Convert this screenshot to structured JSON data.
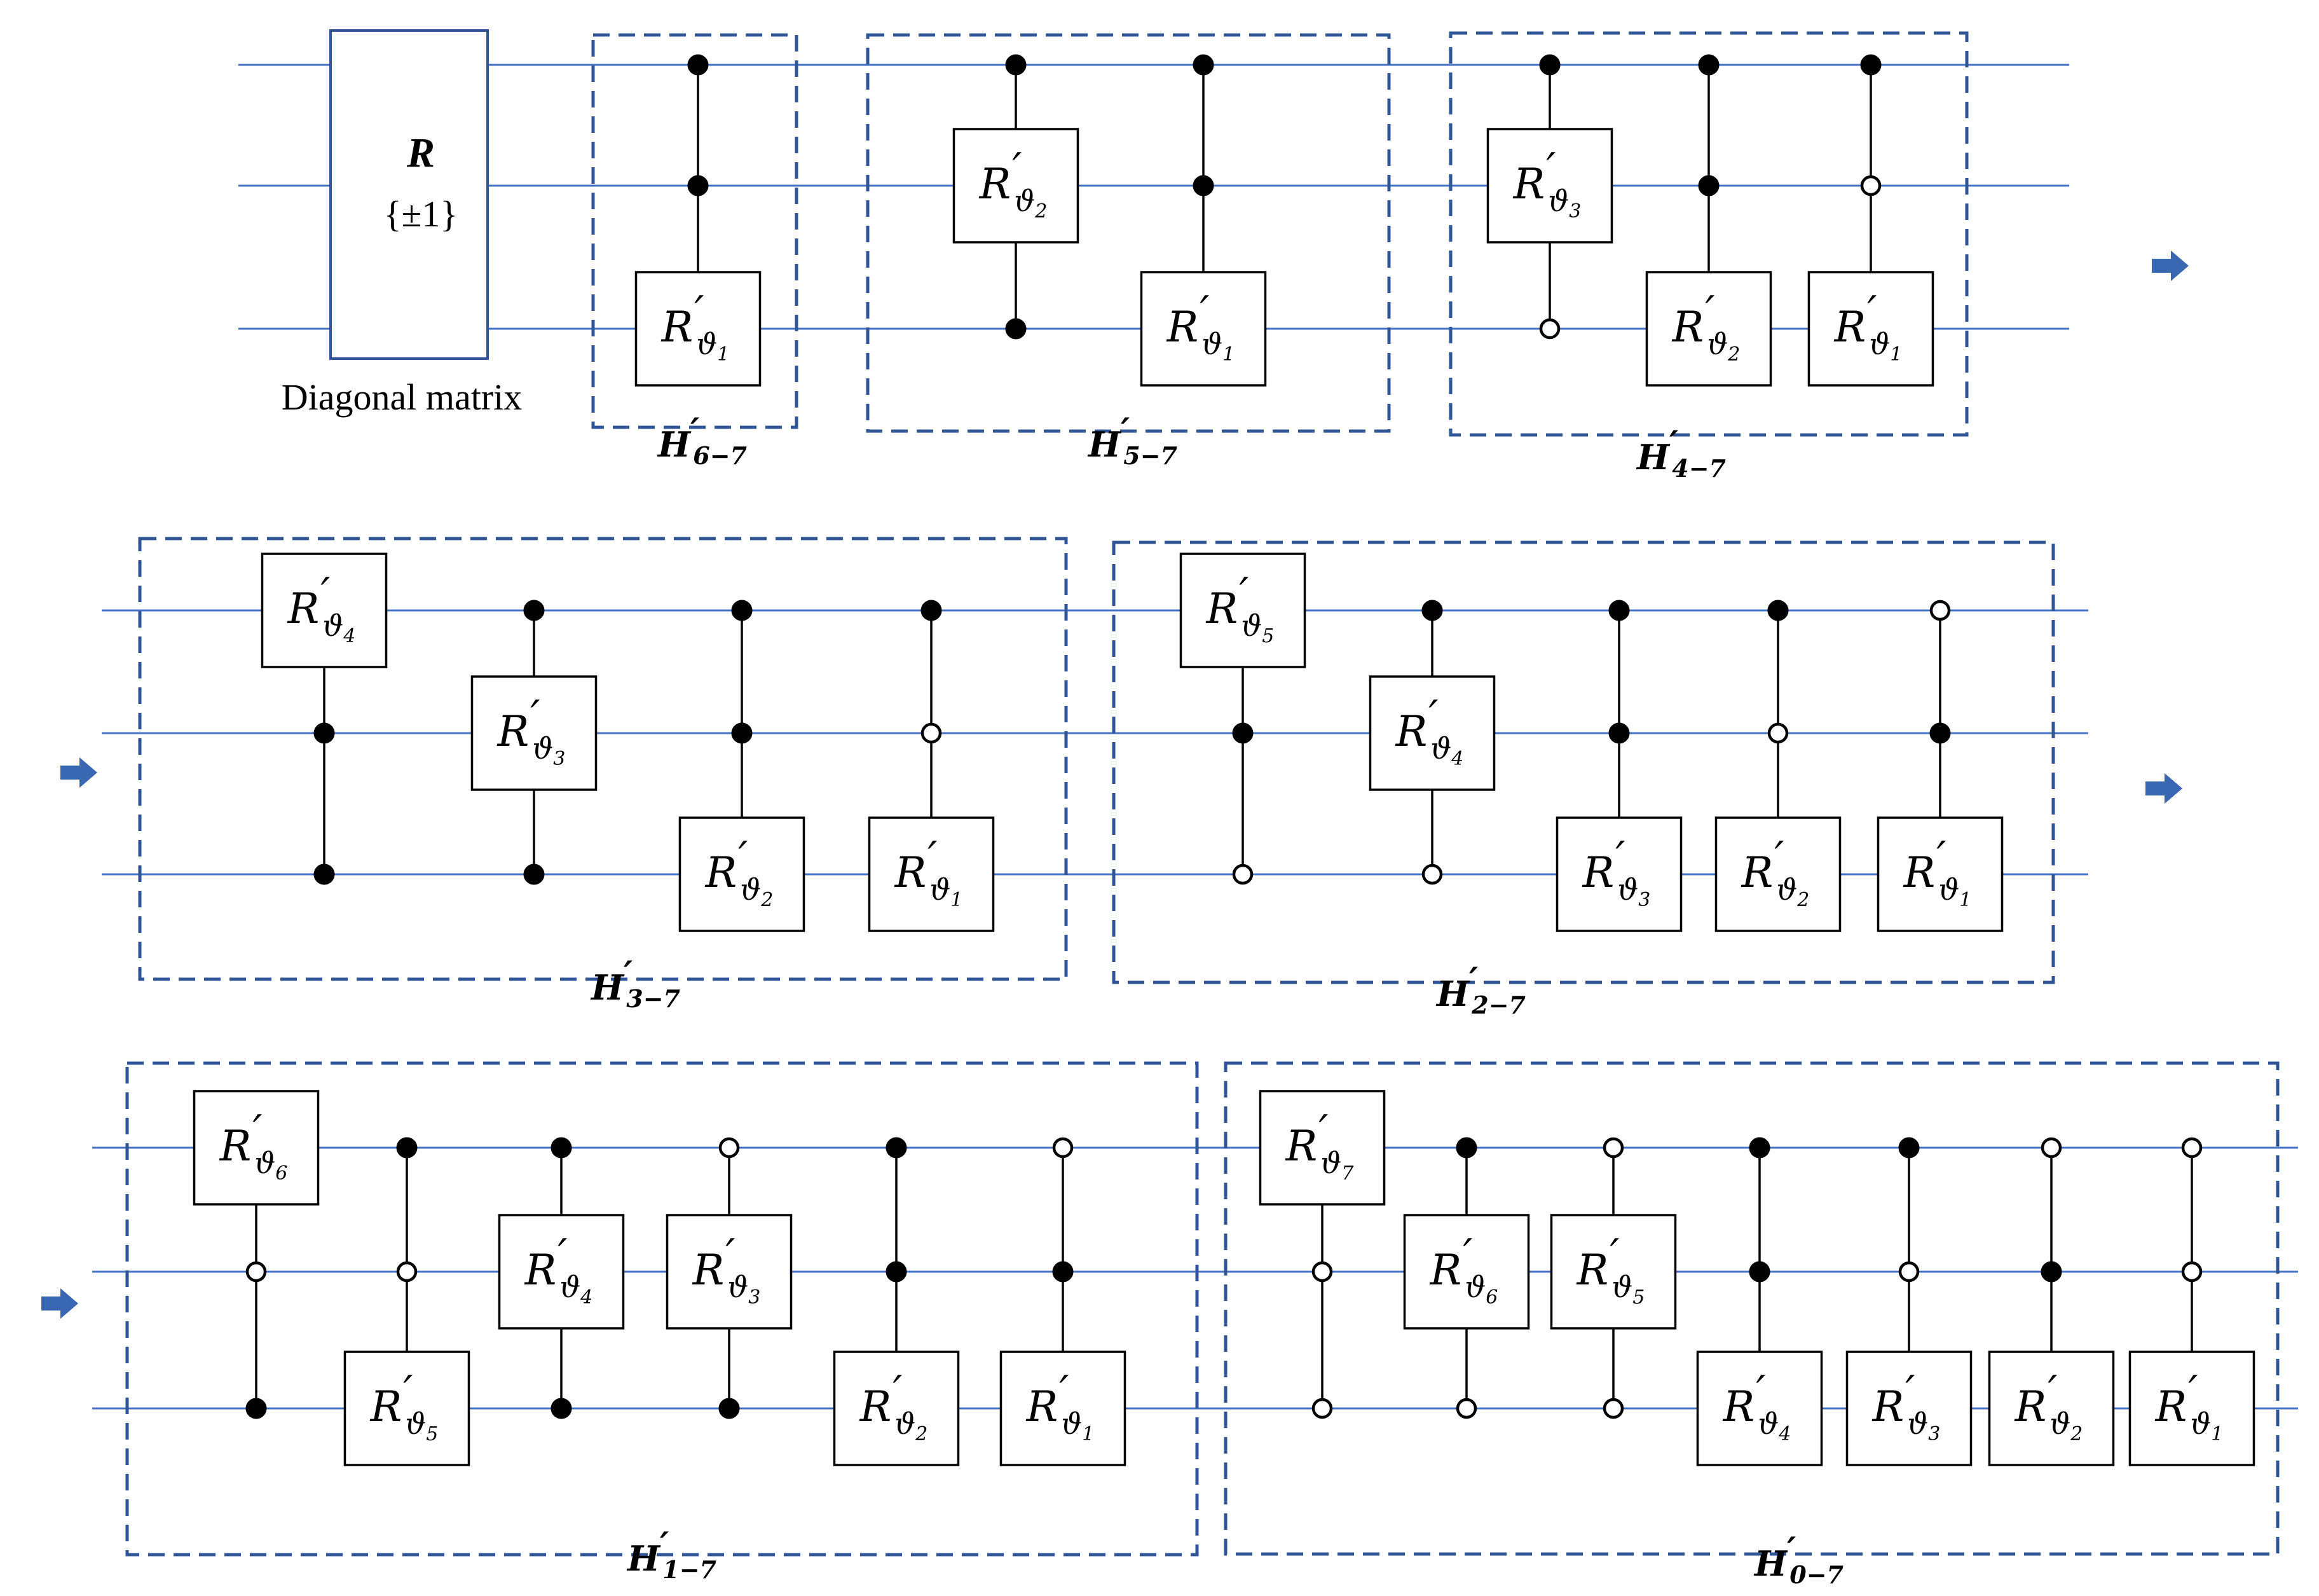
{
  "diagonal_block": {
    "title": "R",
    "values": "{±1}",
    "caption": "Diagonal matrix"
  },
  "gate": {
    "symbol": "R",
    "prime": "′",
    "param": "ϑ"
  },
  "frame_symbol": "H",
  "row_arrow": "➡",
  "colors": {
    "wire": "#4472c4",
    "frame": "#2f5597",
    "arrow": "#3a67b1",
    "gate_stroke": "#000000"
  },
  "blocks": [
    {
      "label": {
        "main": "H",
        "prime": "′",
        "sub": "6−7"
      },
      "gates": [
        {
          "angle": "1",
          "target": 2,
          "controls": [
            {
              "wire": 0,
              "type": "filled"
            },
            {
              "wire": 1,
              "type": "filled"
            }
          ]
        }
      ]
    },
    {
      "label": {
        "main": "H",
        "prime": "′",
        "sub": "5−7"
      },
      "gates": [
        {
          "angle": "2",
          "target": 1,
          "controls": [
            {
              "wire": 0,
              "type": "filled"
            },
            {
              "wire": 2,
              "type": "filled"
            }
          ]
        },
        {
          "angle": "1",
          "target": 2,
          "controls": [
            {
              "wire": 0,
              "type": "filled"
            },
            {
              "wire": 1,
              "type": "filled"
            }
          ]
        }
      ]
    },
    {
      "label": {
        "main": "H",
        "prime": "′",
        "sub": "4−7"
      },
      "gates": [
        {
          "angle": "3",
          "target": 1,
          "controls": [
            {
              "wire": 0,
              "type": "filled"
            },
            {
              "wire": 2,
              "type": "open"
            }
          ]
        },
        {
          "angle": "2",
          "target": 2,
          "controls": [
            {
              "wire": 0,
              "type": "filled"
            },
            {
              "wire": 1,
              "type": "filled"
            }
          ]
        },
        {
          "angle": "1",
          "target": 2,
          "controls": [
            {
              "wire": 0,
              "type": "filled"
            },
            {
              "wire": 1,
              "type": "open"
            }
          ]
        }
      ]
    },
    {
      "label": {
        "main": "H",
        "prime": "′",
        "sub": "3−7"
      },
      "gates": [
        {
          "angle": "4",
          "target": 0,
          "controls": [
            {
              "wire": 1,
              "type": "filled"
            },
            {
              "wire": 2,
              "type": "filled"
            }
          ]
        },
        {
          "angle": "3",
          "target": 1,
          "controls": [
            {
              "wire": 0,
              "type": "filled"
            },
            {
              "wire": 2,
              "type": "filled"
            }
          ]
        },
        {
          "angle": "2",
          "target": 2,
          "controls": [
            {
              "wire": 0,
              "type": "filled"
            },
            {
              "wire": 1,
              "type": "filled"
            }
          ]
        },
        {
          "angle": "1",
          "target": 2,
          "controls": [
            {
              "wire": 0,
              "type": "filled"
            },
            {
              "wire": 1,
              "type": "open"
            }
          ]
        }
      ]
    },
    {
      "label": {
        "main": "H",
        "prime": "′",
        "sub": "2−7"
      },
      "gates": [
        {
          "angle": "5",
          "target": 0,
          "controls": [
            {
              "wire": 1,
              "type": "filled"
            },
            {
              "wire": 2,
              "type": "open"
            }
          ]
        },
        {
          "angle": "4",
          "target": 1,
          "controls": [
            {
              "wire": 0,
              "type": "filled"
            },
            {
              "wire": 2,
              "type": "open"
            }
          ]
        },
        {
          "angle": "3",
          "target": 2,
          "controls": [
            {
              "wire": 0,
              "type": "filled"
            },
            {
              "wire": 1,
              "type": "filled"
            }
          ]
        },
        {
          "angle": "2",
          "target": 2,
          "controls": [
            {
              "wire": 0,
              "type": "filled"
            },
            {
              "wire": 1,
              "type": "open"
            }
          ]
        },
        {
          "angle": "1",
          "target": 2,
          "controls": [
            {
              "wire": 0,
              "type": "open"
            },
            {
              "wire": 1,
              "type": "filled"
            }
          ]
        }
      ]
    },
    {
      "label": {
        "main": "H",
        "prime": "′",
        "sub": "1−7"
      },
      "gates": [
        {
          "angle": "6",
          "target": 0,
          "controls": [
            {
              "wire": 1,
              "type": "open"
            },
            {
              "wire": 2,
              "type": "filled"
            }
          ]
        },
        {
          "angle": "5",
          "target": 2,
          "controls": [
            {
              "wire": 0,
              "type": "filled"
            },
            {
              "wire": 1,
              "type": "open"
            }
          ]
        },
        {
          "angle": "4",
          "target": 1,
          "controls": [
            {
              "wire": 0,
              "type": "filled"
            },
            {
              "wire": 2,
              "type": "filled"
            }
          ]
        },
        {
          "angle": "3",
          "target": 1,
          "controls": [
            {
              "wire": 0,
              "type": "open"
            },
            {
              "wire": 2,
              "type": "filled"
            }
          ]
        },
        {
          "angle": "2",
          "target": 2,
          "controls": [
            {
              "wire": 0,
              "type": "filled"
            },
            {
              "wire": 1,
              "type": "filled"
            }
          ]
        },
        {
          "angle": "1",
          "target": 2,
          "controls": [
            {
              "wire": 0,
              "type": "open"
            },
            {
              "wire": 1,
              "type": "filled"
            }
          ]
        }
      ]
    },
    {
      "label": {
        "main": "H",
        "prime": "′",
        "sub": "0−7"
      },
      "gates": [
        {
          "angle": "7",
          "target": 0,
          "controls": [
            {
              "wire": 1,
              "type": "open"
            },
            {
              "wire": 2,
              "type": "open"
            }
          ]
        },
        {
          "angle": "6",
          "target": 1,
          "controls": [
            {
              "wire": 0,
              "type": "filled"
            },
            {
              "wire": 2,
              "type": "open"
            }
          ]
        },
        {
          "angle": "5",
          "target": 1,
          "controls": [
            {
              "wire": 0,
              "type": "open"
            },
            {
              "wire": 2,
              "type": "open"
            }
          ]
        },
        {
          "angle": "4",
          "target": 2,
          "controls": [
            {
              "wire": 0,
              "type": "filled"
            },
            {
              "wire": 1,
              "type": "filled"
            }
          ]
        },
        {
          "angle": "3",
          "target": 2,
          "controls": [
            {
              "wire": 0,
              "type": "filled"
            },
            {
              "wire": 1,
              "type": "open"
            }
          ]
        },
        {
          "angle": "2",
          "target": 2,
          "controls": [
            {
              "wire": 0,
              "type": "open"
            },
            {
              "wire": 1,
              "type": "filled"
            }
          ]
        },
        {
          "angle": "1",
          "target": 2,
          "controls": [
            {
              "wire": 0,
              "type": "open"
            },
            {
              "wire": 1,
              "type": "open"
            }
          ]
        }
      ]
    }
  ]
}
